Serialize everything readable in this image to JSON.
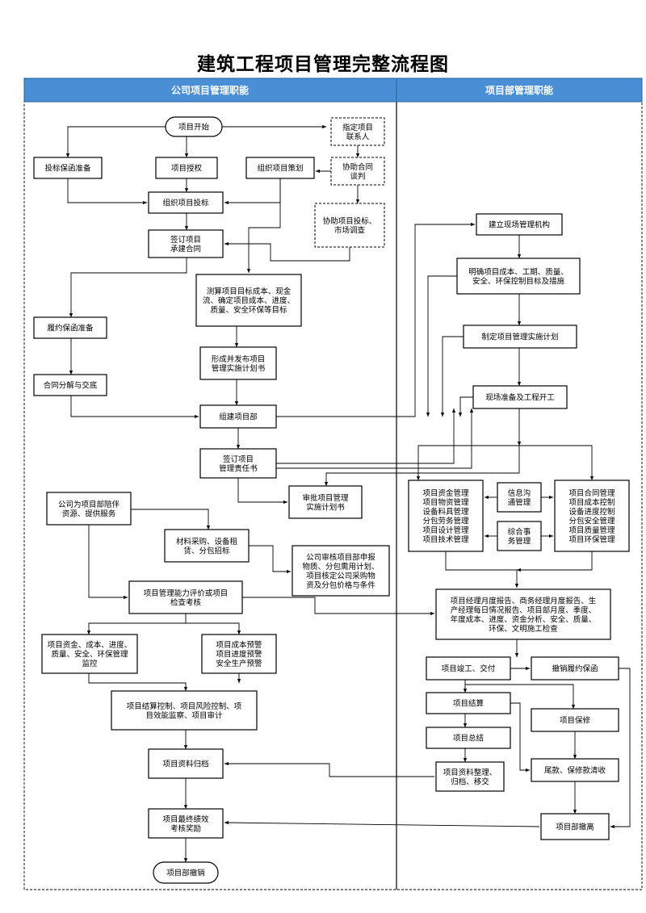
{
  "title": "建筑工程项目管理完整流程图",
  "headers": {
    "left": "公司项目管理职能",
    "right": "项目部管理职能"
  },
  "colors": {
    "header_fill": "#4a8fd6",
    "header_stroke": "#2a5f96",
    "line": "#000000"
  },
  "nodes": {
    "start": "项目开始",
    "designate_contact": "指定项目\n联系人",
    "bid_bond_prep": "投标保函准备",
    "project_auth": "项目授权",
    "org_planning": "组织项目策划",
    "assist_contract": "协助合同\n谈判",
    "org_bidding": "组织项目投标",
    "assist_bidding": "协助项目投标、\n市场调查",
    "sign_contract": "签订项目\n承建合同",
    "establish_site_org": "建立现场管理机构",
    "measure_targets": "测算项目目标成本、现金\n流、确定项目成本、进度、\n质量、安全环保等目标",
    "clarify_targets": "明确项目成本、工期、质量、\n安全、环保控制目标及措施",
    "perf_bond_prep": "履约保函准备",
    "make_impl_plan": "制定项目管理实施计划",
    "issue_plan_book": "形成并发布项目\n管理实施计划书",
    "contract_decompose": "合同分解与交底",
    "site_prep": "现场准备及工程开工",
    "form_dept": "组建项目部",
    "sign_resp": "签订项目\n管理责任书",
    "approve_plan": "审批项目管理\n实施计划书",
    "company_support": "公司为项目部陪伴\n资源、提供服务",
    "mgmt_left": "项目资金管理\n项目物资管理\n设备料具管理\n分包劳务管理\n项目设计管理\n项目技术管理",
    "info_comm": "信息沟\n通管理",
    "general_affairs": "综合事\n务管理",
    "mgmt_right": "项目合同管理\n项目成本控制\n设备进度控制\n分包安全管理\n项目质量管理\n项目环保管理",
    "procurement": "材料采购、设备租\n赁、分包招标",
    "company_review": "公司审核项目部申报\n物质、分包需用计划、\n项目核定公司采购物\n资及分包价格与条件",
    "capability_eval": "项目管理能力评价或项目\n检查考核",
    "monthly_reports": "项目经理月度报告、商务经理月度报告、生\n产经理每日情况报告、项目部月度、季度、\n年度成本、进度、资金分析、安全、质量、\n环保、文明施工检查",
    "monitor": "项目资金、成本、进度、\n质量、安全、环保管理\n监控",
    "warnings": "项目成本预警\n项目进度预警\n安全生产预警",
    "completion": "项目竣工、交付",
    "cancel_perf_bond": "撤销履约保函",
    "settlement_control": "项目结算控制、项目风险控制、项\n目效能监察、项目审计",
    "settlement": "项目结算",
    "warranty": "项目保修",
    "summary": "项目总结",
    "archive": "项目资料归档",
    "doc_org": "项目资料整理、\n归档、移交",
    "final_payment": "尾款、保修款清收",
    "final_eval": "项目最终绩效\n考核奖励",
    "dept_withdraw": "项目部撤离",
    "cancel": "项目部撤销"
  }
}
